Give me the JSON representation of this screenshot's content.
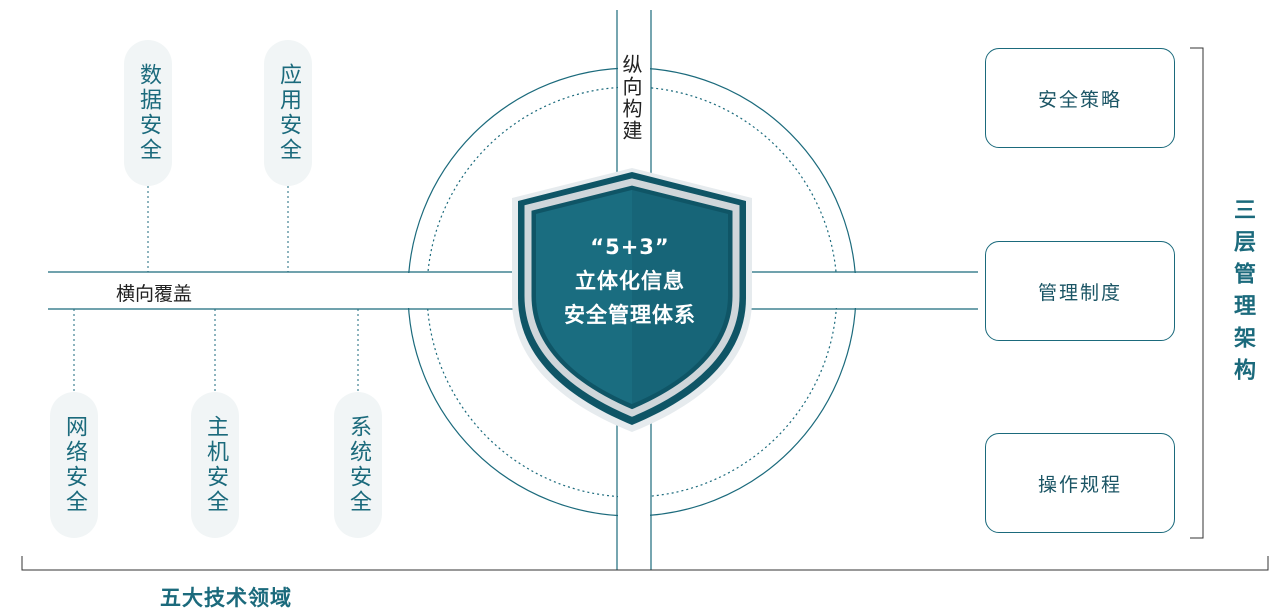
{
  "colors": {
    "teal": "#1b6a7c",
    "shield_fill": "#176578",
    "shield_dark": "#0f5566",
    "shield_rim": "#cfd6da"
  },
  "left_top_pills": [
    "数据安全",
    "应用安全"
  ],
  "left_bottom_pills": [
    "网络安全",
    "主机安全",
    "系统安全"
  ],
  "horizontal_label": "横向覆盖",
  "vertical_label": "纵向构建",
  "shield": {
    "line1": "“5+3”",
    "line2": "立体化信息",
    "line3": "安全管理体系"
  },
  "right_boxes": [
    "安全策略",
    "管理制度",
    "操作规程"
  ],
  "right_title": "三层管理架构",
  "bottom_title": "五大技术领域"
}
